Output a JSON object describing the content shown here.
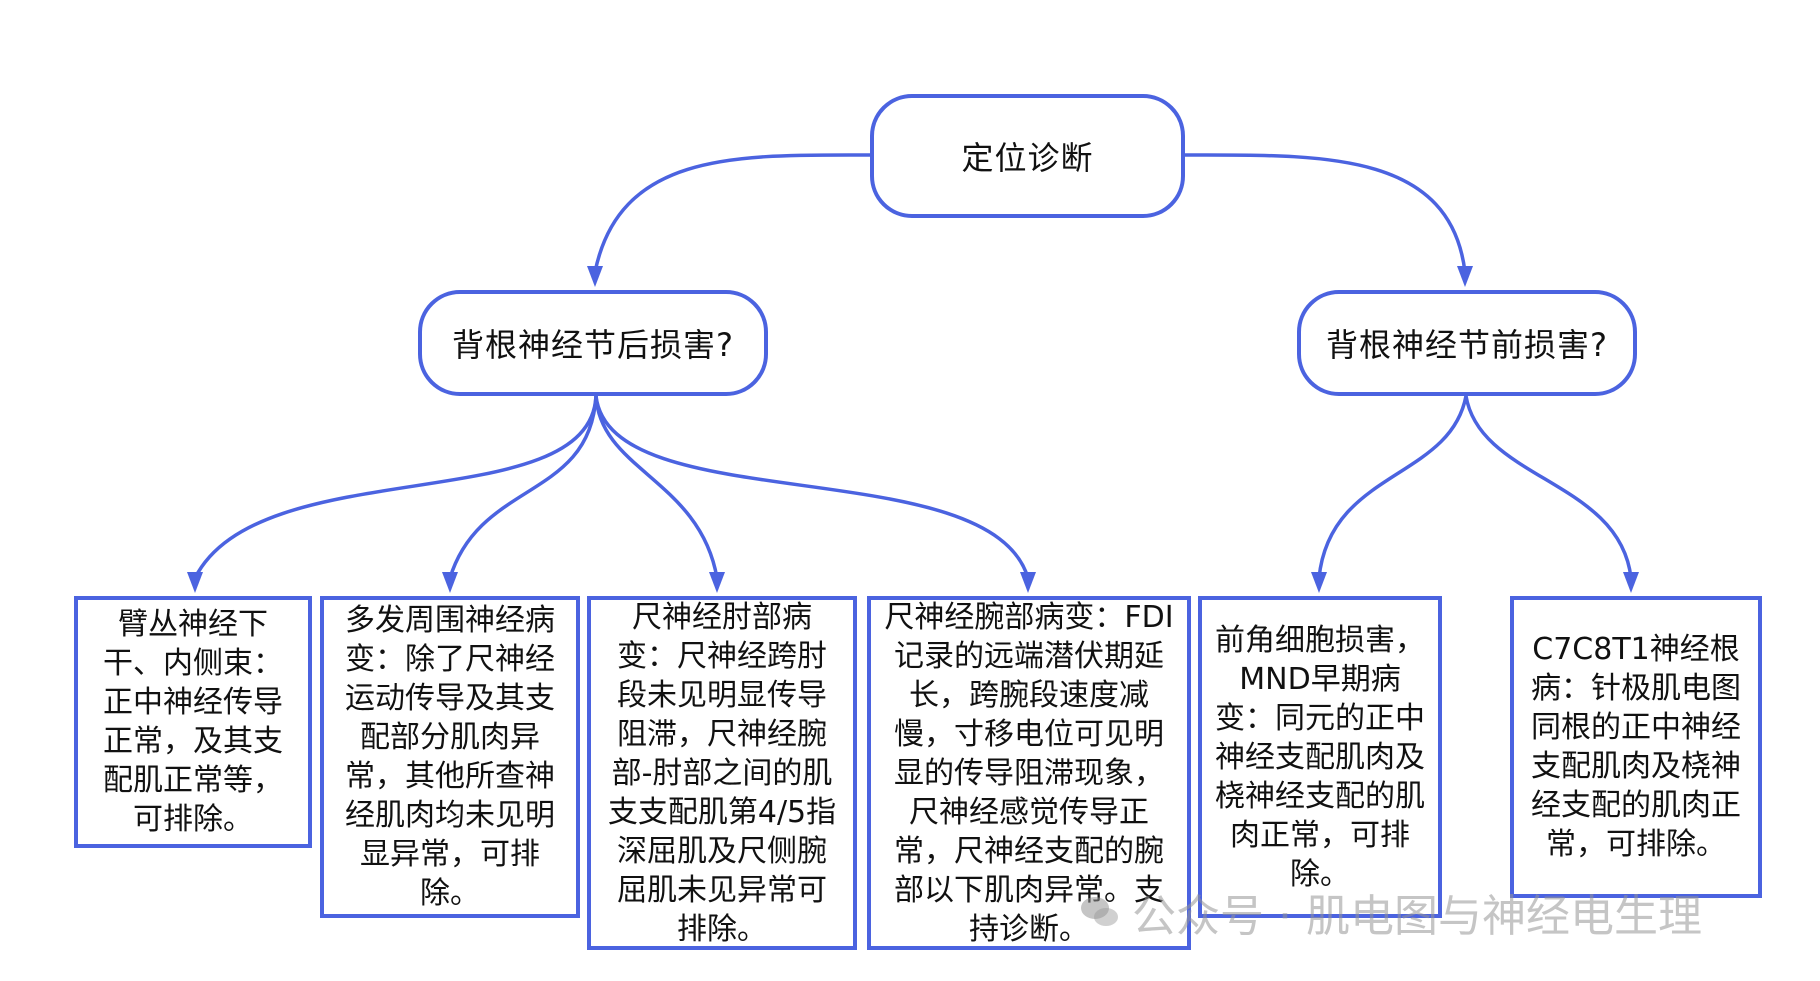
{
  "root": {
    "label": "定位诊断"
  },
  "branches": [
    {
      "label": "背根神经节后损害?"
    },
    {
      "label": "背根神经节前损害?"
    }
  ],
  "leaves": [
    {
      "text": "臂丛神经下干、内侧束：正中神经传导正常，及其支配肌正常等，可排除。"
    },
    {
      "text": "多发周围神经病变：除了尺神经运动传导及其支配部分肌肉异常，其他所查神经肌肉均未见明显异常，可排除。"
    },
    {
      "text": "尺神经肘部病变：尺神经跨肘段未见明显传导阻滞，尺神经腕部-肘部之间的肌支支配肌第4/5指深屈肌及尺侧腕屈肌未见异常可排除。"
    },
    {
      "text": "尺神经腕部病变：FDI记录的远端潜伏期延长，跨腕段速度减慢，寸移电位可见明显的传导阻滞现象，尺神经感觉传导正常，尺神经支配的腕部以下肌肉异常。支持诊断。"
    },
    {
      "text": "前角细胞损害，MND早期病变：同元的正中神经支配肌肉及桡神经支配的肌肉正常，可排除。"
    },
    {
      "text": "C7C8T1神经根病：针极肌电图同根的正中神经支配肌肉及桡神经支配的肌肉正常，可排除。"
    }
  ],
  "watermark": {
    "text": "公众号 · 肌电图与神经电生理"
  },
  "colors": {
    "accent": "#4b63e0"
  }
}
